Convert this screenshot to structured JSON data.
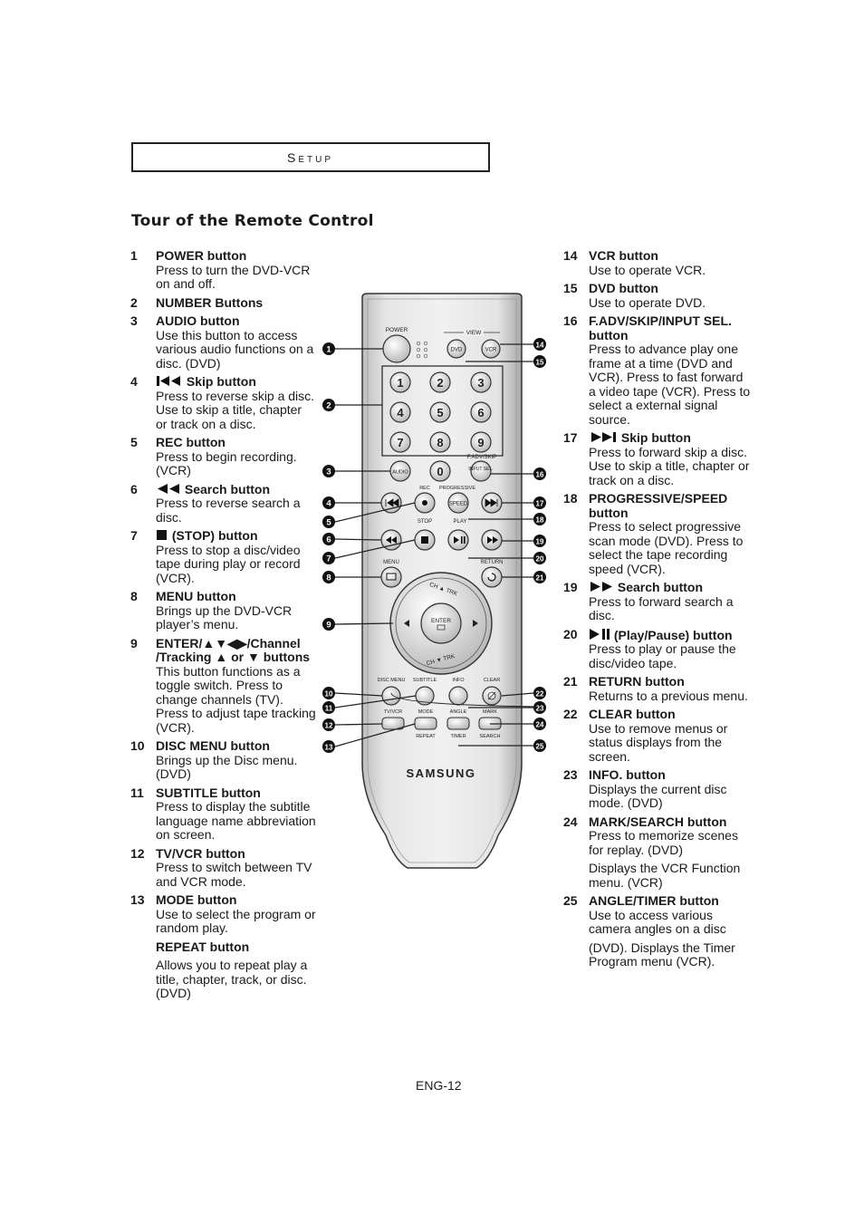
{
  "section": "Setup",
  "title": "Tour of the Remote Control",
  "items_left": [
    {
      "num": "1",
      "head": "POWER button",
      "desc": "Press to turn the DVD-VCR on and off."
    },
    {
      "num": "2",
      "head": "NUMBER  Buttons",
      "desc": ""
    },
    {
      "num": "3",
      "head": "AUDIO button",
      "desc": "Use this button to access various audio functions on a disc. (DVD)"
    },
    {
      "num": "4",
      "head": "Skip button",
      "icon": "skip-back-icon",
      "desc": "Press to reverse skip a disc. Use to skip a title, chapter or track on a disc."
    },
    {
      "num": "5",
      "head": "REC button",
      "desc": "Press to begin recording. (VCR)"
    },
    {
      "num": "6",
      "head": "Search button",
      "icon": "rewind-icon",
      "desc": "Press to reverse search a disc."
    },
    {
      "num": "7",
      "head": "(STOP) button",
      "icon": "stop-icon",
      "desc": "Press to stop a disc/video tape during play or record (VCR)."
    },
    {
      "num": "8",
      "head": "MENU button",
      "desc": "Brings up the DVD-VCR player’s menu."
    },
    {
      "num": "9",
      "head": "ENTER/▲▼◀▶/Channel /Tracking ▲ or ▼ buttons",
      "desc": "This button functions as a toggle switch. Press to change channels (TV). Press to adjust tape tracking (VCR)."
    },
    {
      "num": "10",
      "head": "DISC MENU button",
      "desc": "Brings up the Disc menu. (DVD)"
    },
    {
      "num": "11",
      "head": "SUBTITLE button",
      "desc": "Press to display the subtitle language name abbreviation on screen."
    },
    {
      "num": "12",
      "head": "TV/VCR button",
      "desc": "Press to switch between TV and VCR mode."
    },
    {
      "num": "13",
      "head": "MODE button",
      "desc": "Use to select the program or random play.",
      "extra_head": "REPEAT button",
      "extra": "Allows you to repeat play a title, chapter, track, or disc. (DVD)"
    }
  ],
  "items_right": [
    {
      "num": "14",
      "head": "VCR button",
      "desc": "Use to operate VCR."
    },
    {
      "num": "15",
      "head": "DVD button",
      "desc": "Use to operate DVD."
    },
    {
      "num": "16",
      "head": "F.ADV/SKIP/INPUT SEL. button",
      "desc": "Press to advance play one frame at a time (DVD and VCR). Press to fast forward a video tape (VCR). Press to select a external signal source."
    },
    {
      "num": "17",
      "head": "Skip button",
      "icon": "skip-forward-icon",
      "desc": "Press to forward skip a disc. Use to skip a title, chapter or track on a disc."
    },
    {
      "num": "18",
      "head": "PROGRESSIVE/SPEED button",
      "desc": "Press to select progressive scan mode (DVD). Press to select the tape recording speed (VCR)."
    },
    {
      "num": "19",
      "head": "Search button",
      "icon": "fast-forward-icon",
      "desc": "Press to forward search a disc."
    },
    {
      "num": "20",
      "head": "(Play/Pause) button",
      "icon": "play-pause-icon",
      "desc": "Press to play or pause the disc/video tape."
    },
    {
      "num": "21",
      "head": "RETURN button",
      "desc": "Returns to a previous menu."
    },
    {
      "num": "22",
      "head": "CLEAR button",
      "desc": "Use to remove menus or status displays from the screen."
    },
    {
      "num": "23",
      "head": "INFO. button",
      "desc": "Displays the current disc mode. (DVD)"
    },
    {
      "num": "24",
      "head": "MARK/SEARCH button",
      "desc": "Press to memorize scenes for replay. (DVD)",
      "extra": "Displays the VCR Function menu. (VCR)"
    },
    {
      "num": "25",
      "head": "ANGLE/TIMER button",
      "desc": "Use to access various camera angles on a disc",
      "extra": "(DVD). Displays the Timer Program menu (VCR)."
    }
  ],
  "remote": {
    "power": "POWER",
    "view": "VIEW",
    "dvd": "DVD",
    "vcr": "VCR",
    "digits": [
      "1",
      "2",
      "3",
      "4",
      "5",
      "6",
      "7",
      "8",
      "9",
      "0"
    ],
    "fadv": "F.ADV/SKIP",
    "audio": "AUDIO",
    "input": "INPUT SEL.",
    "rec": "REC",
    "progressive": "PROGRESSIVE",
    "speed": "SPEED",
    "stop": "STOP",
    "play": "PLAY",
    "menu": "MENU",
    "return": "RETURN",
    "ch_up": "CH ▲ TRK",
    "ch_down": "CH ▼ TRK",
    "enter": "ENTER",
    "disc_menu": "DISC MENU",
    "subtitle": "SUBTITLE",
    "info": "INFO",
    "clear": "CLEAR",
    "tv_vcr": "TV/VCR",
    "mode": "MODE",
    "angle": "ANGLE",
    "mark": "MARK",
    "repeat": "REPEAT",
    "timer": "TIMER",
    "search": "SEARCH",
    "brand": "SAMSUNG",
    "callouts": [
      "1",
      "2",
      "3",
      "4",
      "5",
      "6",
      "7",
      "8",
      "9",
      "10",
      "11",
      "12",
      "13",
      "14",
      "15",
      "16",
      "17",
      "18",
      "19",
      "20",
      "21",
      "22",
      "23",
      "24",
      "25"
    ]
  },
  "footer": "ENG-12"
}
